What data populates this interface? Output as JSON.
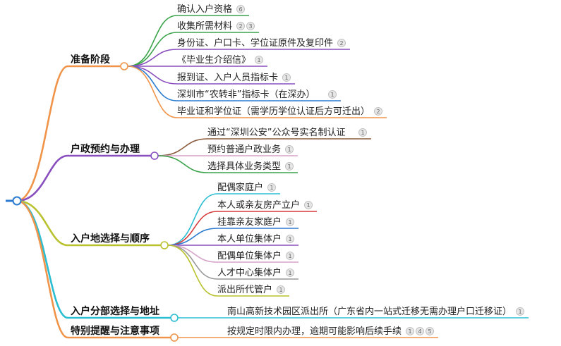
{
  "branches": [
    {
      "label": "准备阶段",
      "color": "#f0944a",
      "items": [
        {
          "text": "确认入户资格",
          "color": "#3aa34a",
          "badges": [
            "6"
          ]
        },
        {
          "text": "收集所需材料",
          "color": "#3aa34a",
          "badges": [
            "2",
            "3"
          ]
        },
        {
          "text": "身份证、户口卡、学位证原件及复印件",
          "color": "#8a4fbf",
          "badges": [
            "2"
          ]
        },
        {
          "text": "《毕业生介绍信》",
          "color": "#8a4fbf",
          "badges": [
            "1"
          ]
        },
        {
          "text": "报到证、入户人员指标卡",
          "color": "#8a4fbf",
          "badges": [
            "1"
          ]
        },
        {
          "text": "深圳市“农转非”指标卡（在深办）",
          "color": "#2b7bd1",
          "badges": [
            "1"
          ]
        },
        {
          "text": "毕业证和学位证（需学历学位认证后方可迁出）",
          "color": "#f0944a",
          "badges": [
            "2"
          ]
        }
      ]
    },
    {
      "label": "户政预约与办理",
      "color": "#8a4fbf",
      "items": [
        {
          "text": "通过“深圳公安”公众号实名制认证",
          "color": "#8b5a3c",
          "badges": [
            "1"
          ]
        },
        {
          "text": "预约普通户政业务",
          "color": "#d6a2c8",
          "badges": [
            "1"
          ]
        },
        {
          "text": "选择具体业务类型",
          "color": "#3aa34a",
          "badges": [
            "1"
          ]
        }
      ]
    },
    {
      "label": "入户地选择与顺序",
      "color": "#b9c22e",
      "items": [
        {
          "text": "配偶家庭户",
          "color": "#2bbdd1",
          "badges": [
            "1"
          ]
        },
        {
          "text": "本人或亲友房产立户",
          "color": "#d63a3a",
          "badges": [
            "1"
          ]
        },
        {
          "text": "挂靠亲友家庭户",
          "color": "#2b7bd1",
          "badges": [
            "1"
          ]
        },
        {
          "text": "本人单位集体户",
          "color": "#8a4fbf",
          "badges": [
            "1"
          ]
        },
        {
          "text": "配偶单位集体户",
          "color": "#d6a2c8",
          "badges": [
            "1"
          ]
        },
        {
          "text": "人才中心集体户",
          "color": "#999999",
          "badges": [
            "1"
          ]
        },
        {
          "text": "派出所代管户",
          "color": "#b9c22e",
          "badges": [
            "1"
          ]
        }
      ]
    },
    {
      "label": "入户分部选择与地址",
      "color": "#2bbdd1",
      "items": [
        {
          "text": "南山高新技术园区派出所（广东省内一站式迁移无需办理户口迁移证）",
          "color": "#2bbdd1",
          "badges": [
            "1"
          ]
        }
      ]
    },
    {
      "label": "特别提醒与注意事项",
      "color": "#f0944a",
      "items": [
        {
          "text": "按规定时限内办理，逾期可能影响后续手续",
          "color": "#f0944a",
          "badges": [
            "1",
            "4",
            "5"
          ]
        }
      ]
    }
  ]
}
